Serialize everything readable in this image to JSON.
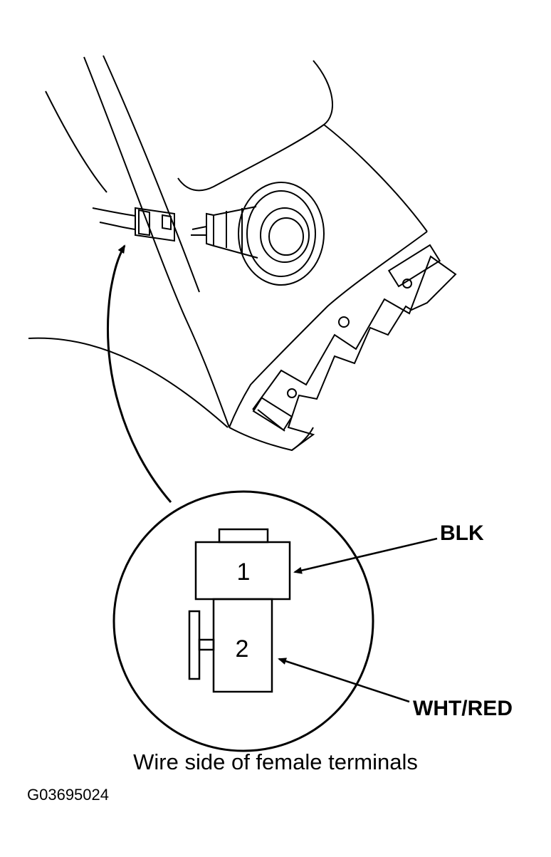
{
  "labels": {
    "terminal_1_wire": "BLK",
    "terminal_2_wire": "WHT/RED",
    "terminal_1_number": "1",
    "terminal_2_number": "2"
  },
  "caption": "Wire side of female terminals",
  "figure_id": "G03695024"
}
